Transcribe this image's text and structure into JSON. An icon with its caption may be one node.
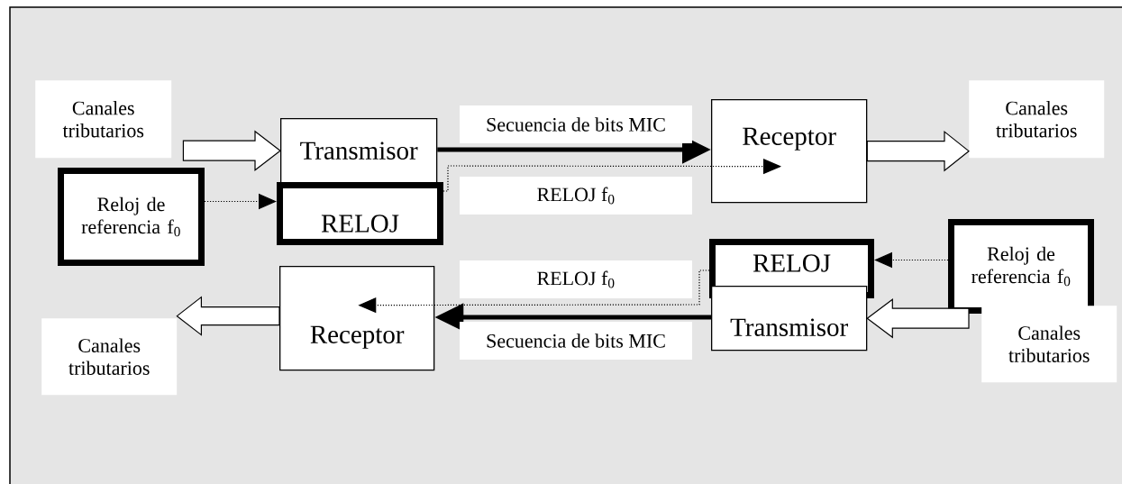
{
  "diagram": {
    "nodes": [
      {
        "text": [
          "Canales tributarios"
        ]
      },
      {
        "text": [
          "Transmisor"
        ]
      },
      {
        "text": [
          "RELOJ"
        ]
      },
      {
        "text": [
          "Reloj de referencia f$_{0}$"
        ]
      },
      {
        "text": [
          "Receptor"
        ]
      },
      {
        "text": [
          "Canales tributarios"
        ]
      },
      {
        "text": [
          "Canales tributarios"
        ]
      },
      {
        "text": [
          "Receptor"
        ]
      },
      {
        "text": [
          "RELOJ"
        ]
      },
      {
        "text": [
          "Transmisor"
        ]
      },
      {
        "text": [
          "Reloj de referencia f$_{0}$"
        ]
      },
      {
        "text": [
          "Canales tributarios"
        ]
      }
    ],
    "edges": [
      {
        "from": 0,
        "to": 1,
        "arrow": "to"
      },
      {
        "from": 3,
        "to": 2,
        "arrow": "to",
        "style": "dashed"
      },
      {
        "from": 1,
        "to": 4,
        "arrow": "to",
        "style": "thick",
        "label": "Secuencia de bits MIC"
      },
      {
        "from": 2,
        "to": 4,
        "arrow": "to",
        "style": "dashed",
        "label": "RELOJ f$_{0}$"
      },
      {
        "from": 4,
        "to": 5,
        "arrow": "to"
      },
      {
        "from": 10,
        "to": 8,
        "arrow": "to",
        "style": "dashed"
      },
      {
        "from": 8,
        "to": 7,
        "arrow": "to",
        "style": "dashed",
        "label": "RELOJ f$_{0}$"
      },
      {
        "from": 9,
        "to": 7,
        "arrow": "to",
        "style": "thick",
        "label": "Secuencia de bits MIC"
      },
      {
        "from": 11,
        "to": 9,
        "arrow": "to"
      },
      {
        "from": 7,
        "to": 6,
        "arrow": "to"
      }
    ]
  }
}
